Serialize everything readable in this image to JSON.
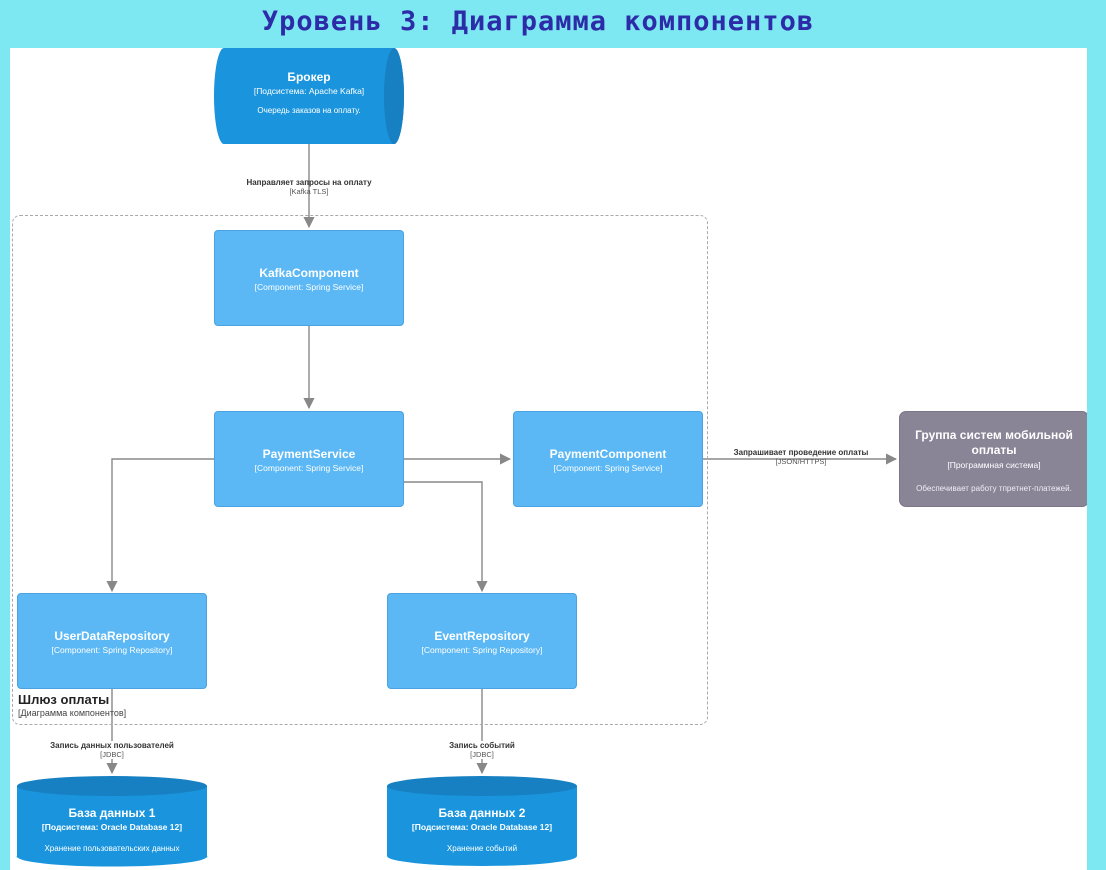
{
  "title": "Уровень 3: Диаграмма компонентов",
  "colors": {
    "background": "#7ee8f2",
    "component": "#5bb8f5",
    "container_db": "#1a95dd",
    "external": "#8a8497",
    "arrow": "#888888"
  },
  "boundary": {
    "title": "Шлюз оплаты",
    "subtitle": "[Диаграмма компонентов]"
  },
  "broker": {
    "name": "Брокер",
    "tech": "[Подсистема: Apache Kafka]",
    "desc": "Очередь заказов на оплату."
  },
  "components": {
    "kafka": {
      "name": "KafkaComponent",
      "tech": "[Component: Spring Service]"
    },
    "payment_service": {
      "name": "PaymentService",
      "tech": "[Component: Spring Service]"
    },
    "payment_component": {
      "name": "PaymentComponent",
      "tech": "[Component: Spring Service]"
    },
    "user_repo": {
      "name": "UserDataRepository",
      "tech": "[Component: Spring Repository]"
    },
    "event_repo": {
      "name": "EventRepository",
      "tech": "[Component: Spring Repository]"
    }
  },
  "external": {
    "name": "Группа систем мобильной оплаты",
    "tech": "[Программная система]",
    "desc": "Обеспечивает работу тпретнет-платежей."
  },
  "databases": {
    "db1": {
      "name": "База данных 1",
      "tech": "[Подсистема: Oracle Database 12]",
      "desc": "Хранение пользовательских данных"
    },
    "db2": {
      "name": "База данных 2",
      "tech": "[Подсистема: Oracle Database 12]",
      "desc": "Хранение событий"
    }
  },
  "edges": {
    "broker_to_kafka": {
      "label": "Направляет запросы на оплату",
      "proto": "[Kafka TLS]"
    },
    "payment_to_external": {
      "label": "Запрашивает проведение оплаты",
      "proto": "[JSON/HTTPS]"
    },
    "user_repo_to_db1": {
      "label": "Запись данных пользователей",
      "proto": "[JDBC]"
    },
    "event_repo_to_db2": {
      "label": "Запись событий",
      "proto": "[JDBC]"
    }
  }
}
